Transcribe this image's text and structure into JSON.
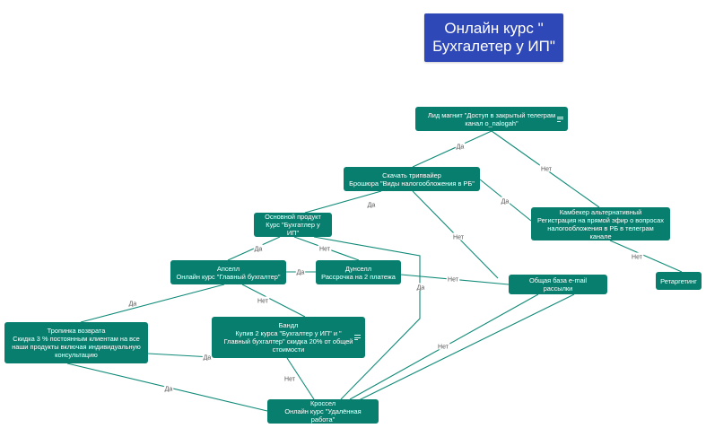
{
  "title": "Онлайн курс \"\nБухгалетер у ИП\"",
  "nodes": {
    "lead": "Лид магнит \"Доступ в закрытый телеграм\nканал o_nalogah\"",
    "tripwire": "Скачать трипвайер\nБрошюра \"Виды налогообложения в РБ\"",
    "cashback": "Камбекер альтернативный\nРегистрация на прямой эфир о вопросах\nналогообложения в РБ в телеграм канале",
    "main": "Основной продукт\nКурс \"Бухгатлер у ИП\"",
    "upsell": "Апселл\nОнлайн курс \"Главный бухгалтер\"",
    "downsell": "Дунселл\nРассрочка на 2 платежа",
    "email": "Общая база e-mail рассылки",
    "retarget": "Ретаргетинг",
    "path": "Тропинка возврата\nСкидка 3 % постоянным клиентам на все\nнаши продукты включая индивидуальную\nконсультацию",
    "bundle": "Бандл\nКупив 2 курса \"Бухгалтер у ИП\" и \"\nГлавный бухгалтер\" скидка 20% от общей\nстоимости",
    "cross": "Кроссел\nОнлайн курс \"Удалённая работа\""
  },
  "edge_labels": {
    "yes": "Да",
    "no": "Нет"
  },
  "colors": {
    "node": "#087f6e",
    "title": "#2f48b8",
    "line": "#0f8a77"
  }
}
